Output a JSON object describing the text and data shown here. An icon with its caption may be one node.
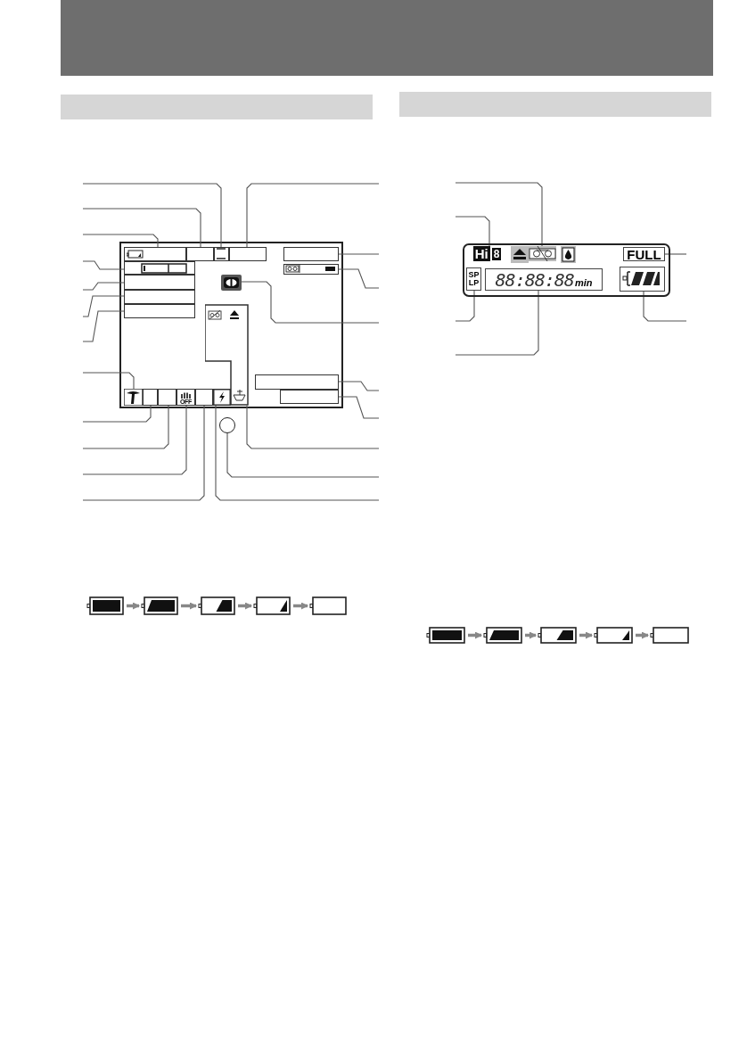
{
  "diagram": {
    "nodes": [
      {
        "text": [],
        "shape": "box"
      },
      {
        "text": [],
        "shape": "box",
        "in": 0
      },
      {
        "text": [],
        "shape": "box",
        "in": 0
      },
      {
        "text": [],
        "shape": "box",
        "in": 0
      },
      {
        "text": [],
        "shape": "box",
        "in": 0
      },
      {
        "text": [],
        "shape": "box",
        "in": 0
      },
      {
        "text": [],
        "shape": "box",
        "in": 0
      },
      {
        "text": [],
        "shape": "box",
        "in": 0
      },
      {
        "text": [],
        "shape": "box",
        "in": 0
      },
      {
        "text": [],
        "shape": "tree",
        "in": 0
      },
      {
        "text": [],
        "shape": "box",
        "in": 0
      },
      {
        "text": [],
        "shape": "box",
        "in": 0
      },
      {
        "text": [
          "OFF"
        ],
        "in": 0
      },
      {
        "text": [],
        "shape": "box",
        "in": 0
      },
      {
        "text": [],
        "shape": "bolt",
        "in": 0
      },
      {
        "text": [],
        "shape": "box",
        "in": 0
      },
      {
        "text": [],
        "shape": "box",
        "in": 0
      },
      {
        "text": [],
        "shape": "cassette",
        "in": 0
      },
      {
        "text": [],
        "shape": "eye",
        "in": 0
      },
      {
        "text": [],
        "shape": "box",
        "in": 0
      },
      {
        "text": [],
        "shape": "box",
        "in": 0
      },
      {
        "text": [],
        "shape": "circle"
      },
      {
        "text": [],
        "shape": "box"
      },
      {
        "text": [
          "Hi",
          "8"
        ],
        "in": 22
      },
      {
        "text": [],
        "shape": "cassette",
        "in": 22
      },
      {
        "text": [
          "SP LP"
        ],
        "in": 22
      },
      {
        "text": [
          "88:88:88",
          "min"
        ],
        "in": 22
      },
      {
        "text": [
          "FULL"
        ],
        "in": 22
      },
      {
        "text": [],
        "shape": "battery",
        "in": 22
      },
      {
        "text": [],
        "shape": "battery"
      },
      {
        "text": [],
        "shape": "battery"
      },
      {
        "text": [],
        "shape": "battery"
      },
      {
        "text": [],
        "shape": "battery"
      },
      {
        "text": [],
        "shape": "battery"
      },
      {
        "text": [],
        "shape": "battery"
      },
      {
        "text": [],
        "shape": "battery"
      },
      {
        "text": [],
        "shape": "battery"
      },
      {
        "text": [],
        "shape": "battery"
      },
      {
        "text": [],
        "shape": "battery"
      },
      {
        "text": [],
        "shape": "bar"
      },
      {
        "text": [],
        "shape": "bar"
      }
    ],
    "edges": [
      {
        "from": null,
        "to": 3,
        "arrow": "none"
      },
      {
        "from": null,
        "to": 2,
        "arrow": "none"
      },
      {
        "from": null,
        "to": 1,
        "arrow": "none"
      },
      {
        "from": null,
        "to": 5,
        "arrow": "none"
      },
      {
        "from": null,
        "to": 6,
        "arrow": "none"
      },
      {
        "from": null,
        "to": 7,
        "arrow": "none"
      },
      {
        "from": null,
        "to": 8,
        "arrow": "none"
      },
      {
        "from": null,
        "to": 9,
        "arrow": "none"
      },
      {
        "from": null,
        "to": 10,
        "arrow": "none"
      },
      {
        "from": null,
        "to": 11,
        "arrow": "none"
      },
      {
        "from": null,
        "to": 12,
        "arrow": "none"
      },
      {
        "from": null,
        "to": 13,
        "arrow": "none"
      },
      {
        "from": null,
        "to": 4,
        "arrow": "none"
      },
      {
        "from": null,
        "to": 16,
        "arrow": "none"
      },
      {
        "from": null,
        "to": 17,
        "arrow": "none"
      },
      {
        "from": null,
        "to": 18,
        "arrow": "none"
      },
      {
        "from": null,
        "to": 19,
        "arrow": "none"
      },
      {
        "from": null,
        "to": 20,
        "arrow": "none"
      },
      {
        "from": null,
        "to": 15,
        "arrow": "none"
      },
      {
        "from": null,
        "to": 21,
        "arrow": "none"
      },
      {
        "from": null,
        "to": 14,
        "arrow": "none"
      },
      {
        "from": null,
        "to": 24,
        "arrow": "none"
      },
      {
        "from": null,
        "to": 23,
        "arrow": "none"
      },
      {
        "from": null,
        "to": 25,
        "arrow": "none"
      },
      {
        "from": null,
        "to": 26,
        "arrow": "none"
      },
      {
        "from": null,
        "to": 27,
        "arrow": "none"
      },
      {
        "from": null,
        "to": 28,
        "arrow": "none"
      },
      {
        "from": 29,
        "to": 30,
        "arrow": "to",
        "style": "thick",
        "color": "#888888"
      },
      {
        "from": 30,
        "to": 31,
        "arrow": "to",
        "style": "thick",
        "color": "#888888"
      },
      {
        "from": 31,
        "to": 32,
        "arrow": "to",
        "style": "thick",
        "color": "#888888"
      },
      {
        "from": 32,
        "to": 33,
        "arrow": "to",
        "style": "thick",
        "color": "#888888"
      },
      {
        "from": 34,
        "to": 35,
        "arrow": "to",
        "style": "thick",
        "color": "#888888"
      },
      {
        "from": 35,
        "to": 36,
        "arrow": "to",
        "style": "thick",
        "color": "#888888"
      },
      {
        "from": 36,
        "to": 37,
        "arrow": "to",
        "style": "thick",
        "color": "#888888"
      },
      {
        "from": 37,
        "to": 38,
        "arrow": "to",
        "style": "thick",
        "color": "#888888"
      }
    ]
  }
}
